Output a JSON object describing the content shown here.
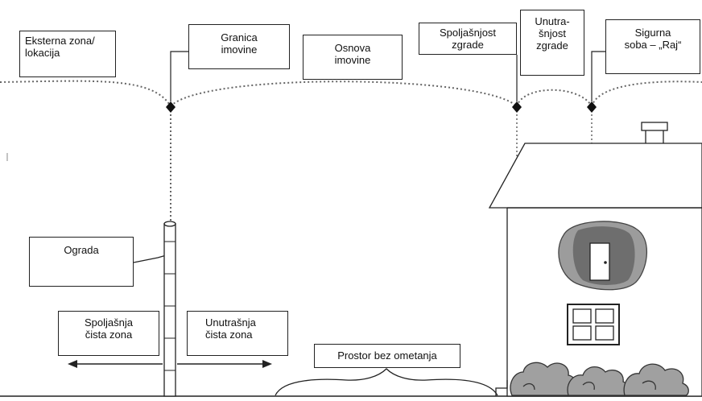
{
  "labels": {
    "external_zone": "Eksterna zona/\nlokacija",
    "property_boundary": "Granica\nimovine",
    "property_grounds": "Osnova\nimovine",
    "building_exterior": "Spoljašnjost\nzgrade",
    "building_interior": "Unutra-\nšnjost\nzgrade",
    "safe_room": "Sigurna\nsoba – „Raj“",
    "fence": "Ograda",
    "outer_clear_zone": "Spoljašnja\nčista zona",
    "inner_clear_zone": "Unutrašnja\nčista zona",
    "unobstructed_space": "Prostor bez ometanja"
  },
  "colors": {
    "line": "#222222",
    "dotted": "#555555",
    "shrub": "#9a9a9a",
    "room": "#7a7a7a"
  }
}
